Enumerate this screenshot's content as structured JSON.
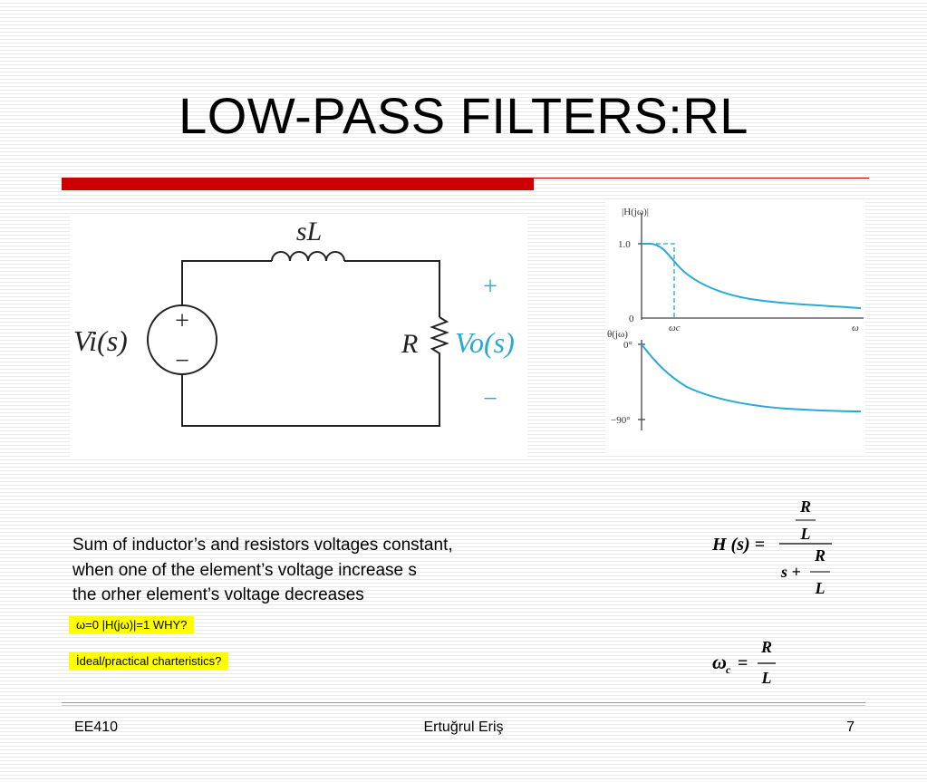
{
  "title": "LOW-PASS FILTERS:RL",
  "circuit": {
    "inductor_label": "sL",
    "source_label": "Vi(s)",
    "resistor_label": "R",
    "output_label": "Vo(s)",
    "plus": "+",
    "minus": "−"
  },
  "bode": {
    "mag_axis_label": "|H(jω)|",
    "mag_tick_1": "1.0",
    "mag_tick_0": "0",
    "omega_c": "ωc",
    "omega": "ω",
    "phase_axis_label": "θ(jω)",
    "phase_tick_0": "0°",
    "phase_tick_90": "−90°"
  },
  "body_text": {
    "line1": "Sum of inductor’s  and resistors voltages constant,",
    "line2": "when one of the element’s voltage increase s",
    "line3": "the orher element’s voltage decreases"
  },
  "notes": {
    "note1": "ω=0 |H(jω)|=1 WHY?",
    "note2": "İdeal/practical charteristics?"
  },
  "equations": {
    "h_lhs": "H (s) =",
    "R": "R",
    "L": "L",
    "s_plus": "s +",
    "wc_lhs": "ω",
    "wc_sub": "c",
    "equals": "="
  },
  "footer": {
    "left": "EE410",
    "center": "Ertuğrul Eriş",
    "right": "7"
  },
  "colors": {
    "accent_red": "#cc0000",
    "curve_blue": "#29a9d6",
    "highlight": "#ffff00"
  }
}
